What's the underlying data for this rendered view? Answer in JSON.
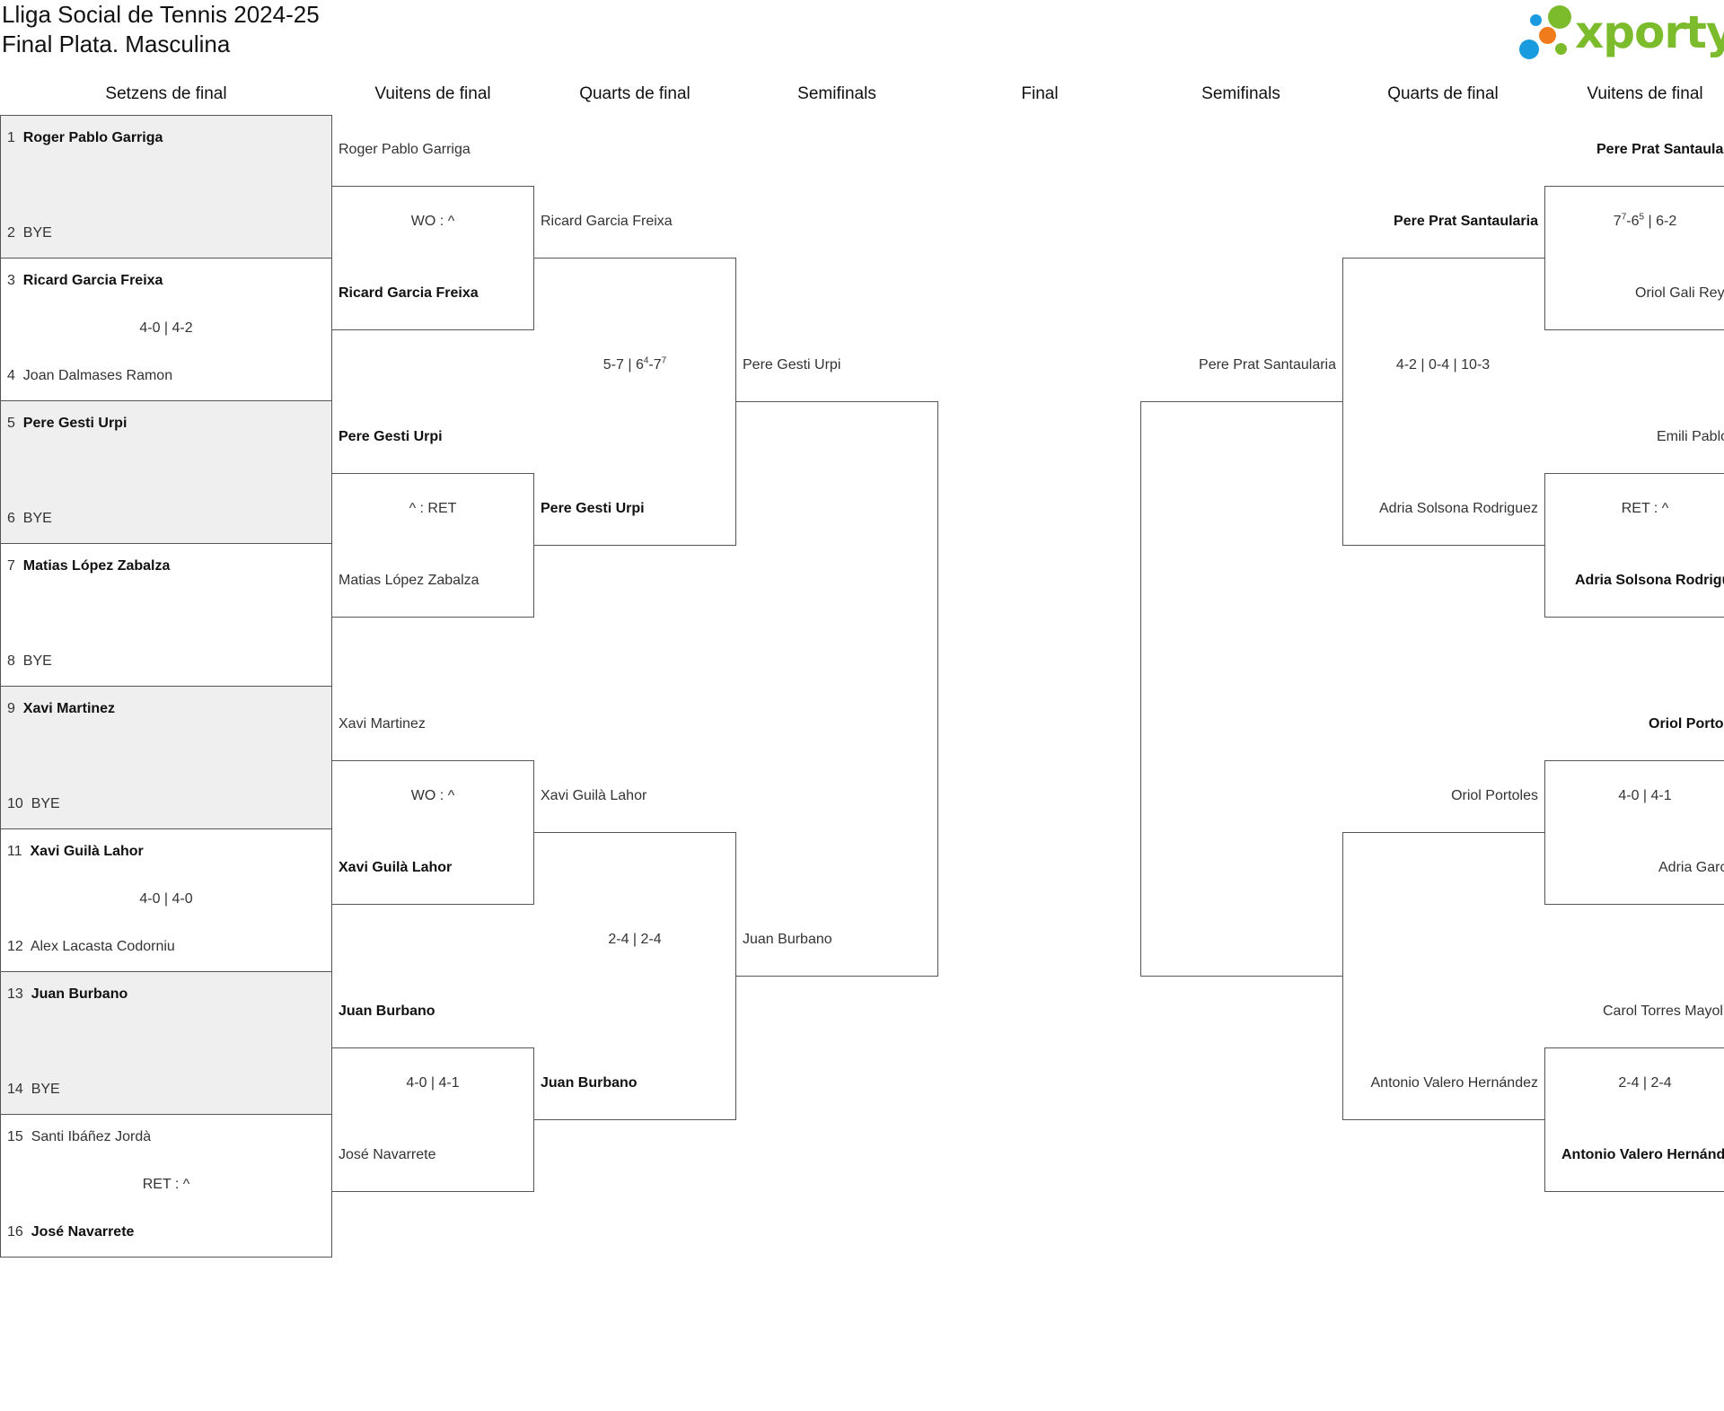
{
  "title": {
    "line1": "Lliga Social de Tennis 2024-25",
    "line2": "Final Plata. Masculina"
  },
  "logo": {
    "text": "xporty",
    "colors": [
      "#7cbb2c",
      "#1a9be0",
      "#f07b1a"
    ]
  },
  "headers": {
    "r32": "Setzens de final",
    "r16_left": "Vuitens de final",
    "qf_left": "Quarts de final",
    "sf_left": "Semifinals",
    "final": "Final",
    "sf_right": "Semifinals",
    "qf_right": "Quarts de final",
    "r16_right": "Vuitens de final"
  },
  "first_round": [
    {
      "p1_seed": "1",
      "p1": "Roger Pablo Garriga",
      "p2_seed": "2",
      "p2": "BYE",
      "score": ""
    },
    {
      "p1_seed": "3",
      "p1": "Ricard Garcia Freixa",
      "p2_seed": "4",
      "p2": "Joan Dalmases Ramon",
      "score": "4-0 | 4-2"
    },
    {
      "p1_seed": "5",
      "p1": "Pere Gesti Urpi",
      "p2_seed": "6",
      "p2": "BYE",
      "score": ""
    },
    {
      "p1_seed": "7",
      "p1": "Matias López Zabalza",
      "p2_seed": "8",
      "p2": "BYE",
      "score": ""
    },
    {
      "p1_seed": "9",
      "p1": "Xavi Martinez",
      "p2_seed": "10",
      "p2": "BYE",
      "score": ""
    },
    {
      "p1_seed": "11",
      "p1": "Xavi Guilà Lahor",
      "p2_seed": "12",
      "p2": "Alex Lacasta Codorniu",
      "score": "4-0 | 4-0"
    },
    {
      "p1_seed": "13",
      "p1": "Juan Burbano",
      "p2_seed": "14",
      "p2": "BYE",
      "score": ""
    },
    {
      "p1_seed": "15",
      "p1": "Santi Ibáñez Jordà",
      "p2_seed": "16",
      "p2": "José Navarrete",
      "score": "RET : ^"
    }
  ],
  "r16_left": [
    {
      "p1": "Roger Pablo Garriga",
      "p2": "Ricard Garcia Freixa",
      "score": "WO : ^"
    },
    {
      "p1": "Pere Gesti Urpi",
      "p2": "Matias López Zabalza",
      "score": "^ : RET"
    },
    {
      "p1": "Xavi Martinez",
      "p2": "Xavi Guilà Lahor",
      "score": "WO : ^"
    },
    {
      "p1": "Juan Burbano",
      "p2": "José Navarrete",
      "score": "4-0 | 4-1"
    }
  ],
  "qf_left": [
    {
      "p1": "Ricard Garcia Freixa",
      "p2": "Pere Gesti Urpi",
      "score_a": "5-7 | 6",
      "score_sup1": "4",
      "score_b": "-7",
      "score_sup2": "7"
    },
    {
      "p1": "Xavi Guilà Lahor",
      "p2": "Juan Burbano",
      "score": "2-4 | 2-4"
    }
  ],
  "sf_left": {
    "p1": "Pere Gesti Urpi",
    "p2": "Juan Burbano"
  },
  "sf_right": {
    "p1": "Pere Prat Santaularia"
  },
  "qf_right": [
    {
      "p1": "Pere Prat Santaularia",
      "p2": "Adria Solsona Rodriguez",
      "score": "4-2 | 0-4 | 10-3"
    },
    {
      "p1": "Oriol Portoles",
      "p2": "Antonio Valero Hernández"
    }
  ],
  "r16_right": [
    {
      "p1": "Pere Prat Santaularia",
      "p2": "Oriol Gali Reyes",
      "score_a": "7",
      "score_sup1": "7",
      "score_b": "-6",
      "score_sup2": "5",
      "score_c": " | 6-2"
    },
    {
      "p1": "Emili Pablo",
      "p2": "Adria Solsona Rodriguez",
      "score": "RET : ^"
    },
    {
      "p1": "Oriol Portoles",
      "p2": "Adria Garcia",
      "score": "4-0 | 4-1"
    },
    {
      "p1": "Carol Torres Mayol",
      "p2": "Antonio Valero Hernández",
      "score": "2-4 | 2-4"
    }
  ]
}
